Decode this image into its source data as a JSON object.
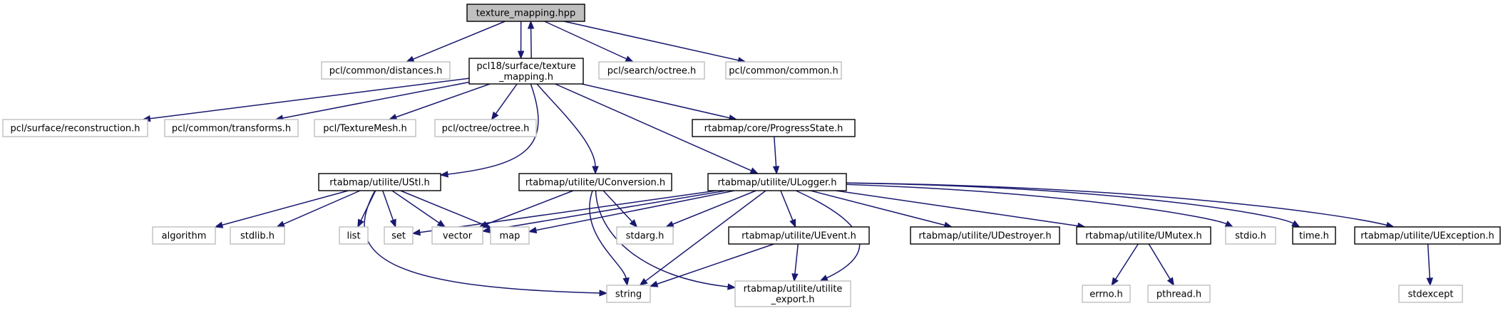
{
  "colors": {
    "edge": "#191970",
    "root_fill": "#bfbfbf",
    "root_stroke": "#000000",
    "internal_stroke": "#000000",
    "external_stroke": "#bfbfbf",
    "fill": "#ffffff"
  },
  "nodes": [
    {
      "id": "texture_mapping_hpp",
      "lines": [
        "texture_mapping.hpp"
      ],
      "kind": "root"
    },
    {
      "id": "pcl_common_distances",
      "lines": [
        "pcl/common/distances.h"
      ],
      "kind": "external"
    },
    {
      "id": "pcl18_texture_mapping",
      "lines": [
        "pcl18/surface/texture",
        "_mapping.h"
      ],
      "kind": "internal"
    },
    {
      "id": "pcl_search_octree",
      "lines": [
        "pcl/search/octree.h"
      ],
      "kind": "external"
    },
    {
      "id": "pcl_common_common",
      "lines": [
        "pcl/common/common.h"
      ],
      "kind": "external"
    },
    {
      "id": "pcl_surface_reconstruction",
      "lines": [
        "pcl/surface/reconstruction.h"
      ],
      "kind": "external"
    },
    {
      "id": "pcl_common_transforms",
      "lines": [
        "pcl/common/transforms.h"
      ],
      "kind": "external"
    },
    {
      "id": "pcl_texturemesh",
      "lines": [
        "pcl/TextureMesh.h"
      ],
      "kind": "external"
    },
    {
      "id": "pcl_octree_octree",
      "lines": [
        "pcl/octree/octree.h"
      ],
      "kind": "external"
    },
    {
      "id": "progress_state",
      "lines": [
        "rtabmap/core/ProgressState.h"
      ],
      "kind": "internal"
    },
    {
      "id": "ustl",
      "lines": [
        "rtabmap/utilite/UStl.h"
      ],
      "kind": "internal"
    },
    {
      "id": "uconversion",
      "lines": [
        "rtabmap/utilite/UConversion.h"
      ],
      "kind": "internal"
    },
    {
      "id": "ulogger",
      "lines": [
        "rtabmap/utilite/ULogger.h"
      ],
      "kind": "internal"
    },
    {
      "id": "algorithm",
      "lines": [
        "algorithm"
      ],
      "kind": "external"
    },
    {
      "id": "stdlib_h",
      "lines": [
        "stdlib.h"
      ],
      "kind": "external"
    },
    {
      "id": "list",
      "lines": [
        "list"
      ],
      "kind": "external"
    },
    {
      "id": "set",
      "lines": [
        "set"
      ],
      "kind": "external"
    },
    {
      "id": "vector",
      "lines": [
        "vector"
      ],
      "kind": "external"
    },
    {
      "id": "map",
      "lines": [
        "map"
      ],
      "kind": "external"
    },
    {
      "id": "stdarg_h",
      "lines": [
        "stdarg.h"
      ],
      "kind": "external"
    },
    {
      "id": "uevent",
      "lines": [
        "rtabmap/utilite/UEvent.h"
      ],
      "kind": "internal"
    },
    {
      "id": "udestroyer",
      "lines": [
        "rtabmap/utilite/UDestroyer.h"
      ],
      "kind": "internal"
    },
    {
      "id": "umutex",
      "lines": [
        "rtabmap/utilite/UMutex.h"
      ],
      "kind": "internal"
    },
    {
      "id": "stdio_h",
      "lines": [
        "stdio.h"
      ],
      "kind": "external"
    },
    {
      "id": "time_h",
      "lines": [
        "time.h"
      ],
      "kind": "internal"
    },
    {
      "id": "uexception",
      "lines": [
        "rtabmap/utilite/UException.h"
      ],
      "kind": "internal"
    },
    {
      "id": "string",
      "lines": [
        "string"
      ],
      "kind": "external"
    },
    {
      "id": "utilite_export",
      "lines": [
        "rtabmap/utilite/utilite",
        "_export.h"
      ],
      "kind": "external"
    },
    {
      "id": "errno_h",
      "lines": [
        "errno.h"
      ],
      "kind": "external"
    },
    {
      "id": "pthread_h",
      "lines": [
        "pthread.h"
      ],
      "kind": "external"
    },
    {
      "id": "stdexcept",
      "lines": [
        "stdexcept"
      ],
      "kind": "external"
    }
  ],
  "edges": [
    [
      "texture_mapping_hpp",
      "pcl_common_distances"
    ],
    [
      "texture_mapping_hpp",
      "pcl18_texture_mapping"
    ],
    [
      "texture_mapping_hpp",
      "pcl_search_octree"
    ],
    [
      "texture_mapping_hpp",
      "pcl_common_common"
    ],
    [
      "pcl18_texture_mapping",
      "texture_mapping_hpp"
    ],
    [
      "pcl18_texture_mapping",
      "pcl_surface_reconstruction"
    ],
    [
      "pcl18_texture_mapping",
      "pcl_common_transforms"
    ],
    [
      "pcl18_texture_mapping",
      "pcl_texturemesh"
    ],
    [
      "pcl18_texture_mapping",
      "pcl_octree_octree"
    ],
    [
      "pcl18_texture_mapping",
      "progress_state"
    ],
    [
      "pcl18_texture_mapping",
      "ustl"
    ],
    [
      "pcl18_texture_mapping",
      "uconversion"
    ],
    [
      "pcl18_texture_mapping",
      "ulogger"
    ],
    [
      "progress_state",
      "ulogger"
    ],
    [
      "ustl",
      "algorithm"
    ],
    [
      "ustl",
      "stdlib_h"
    ],
    [
      "ustl",
      "list"
    ],
    [
      "ustl",
      "set"
    ],
    [
      "ustl",
      "vector"
    ],
    [
      "ustl",
      "map"
    ],
    [
      "ustl",
      "string"
    ],
    [
      "uconversion",
      "vector"
    ],
    [
      "uconversion",
      "stdarg_h"
    ],
    [
      "uconversion",
      "string"
    ],
    [
      "uconversion",
      "utilite_export"
    ],
    [
      "ulogger",
      "set"
    ],
    [
      "ulogger",
      "vector"
    ],
    [
      "ulogger",
      "map"
    ],
    [
      "ulogger",
      "stdarg_h"
    ],
    [
      "ulogger",
      "string"
    ],
    [
      "ulogger",
      "uevent"
    ],
    [
      "ulogger",
      "utilite_export"
    ],
    [
      "ulogger",
      "udestroyer"
    ],
    [
      "ulogger",
      "umutex"
    ],
    [
      "ulogger",
      "stdio_h"
    ],
    [
      "ulogger",
      "time_h"
    ],
    [
      "ulogger",
      "uexception"
    ],
    [
      "uevent",
      "string"
    ],
    [
      "uevent",
      "utilite_export"
    ],
    [
      "umutex",
      "errno_h"
    ],
    [
      "umutex",
      "pthread_h"
    ],
    [
      "uexception",
      "stdexcept"
    ]
  ]
}
